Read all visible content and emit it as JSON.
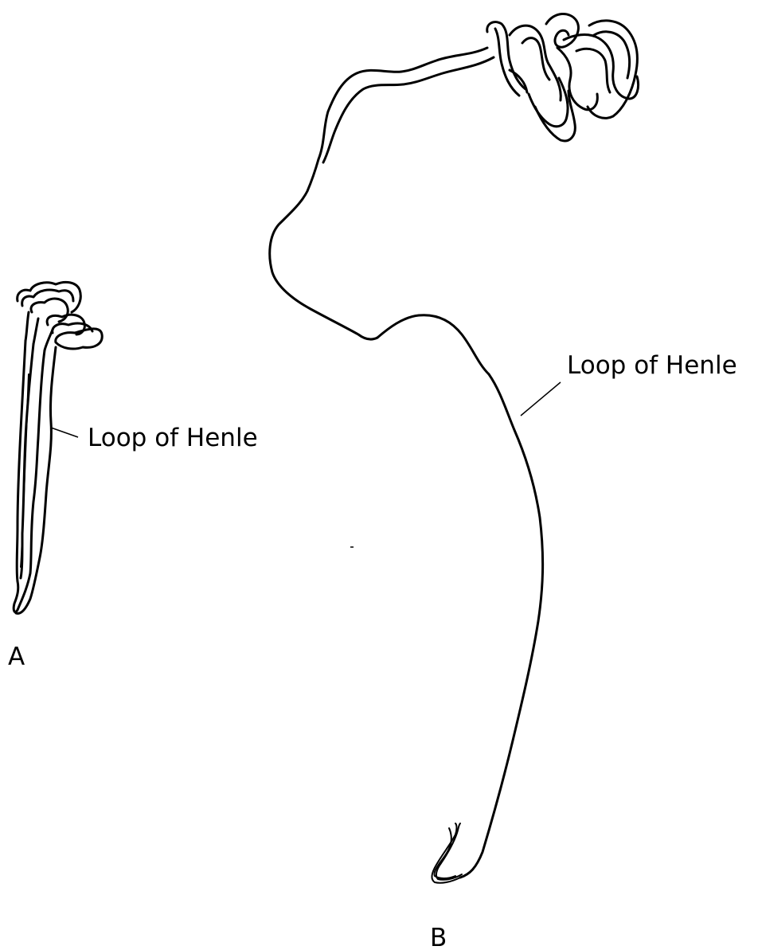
{
  "nephrons": [
    {
      "id": "A",
      "letter": "A",
      "loop_label": "Loop of Henle"
    },
    {
      "id": "B",
      "letter": "B",
      "loop_label": "Loop of Henle"
    }
  ]
}
